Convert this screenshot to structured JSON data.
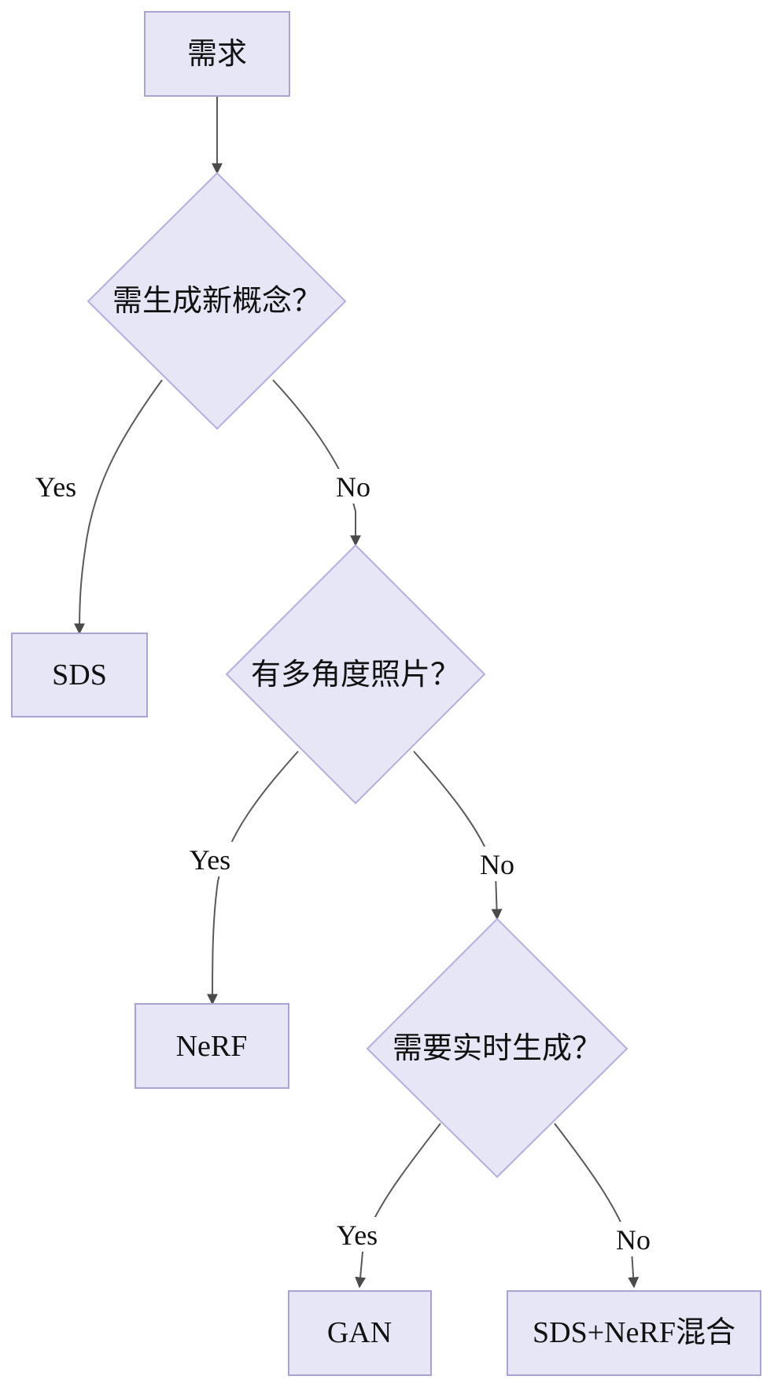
{
  "nodes": {
    "start": "需求",
    "q1": "需生成新概念？",
    "sds": "SDS",
    "q2": "有多角度照片？",
    "nerf": "NeRF",
    "q3": "需要实时生成？",
    "gan": "GAN",
    "hybrid": "SDS+NeRF混合"
  },
  "edges": {
    "q1_yes": "Yes",
    "q1_no": "No",
    "q2_yes": "Yes",
    "q2_no": "No",
    "q3_yes": "Yes",
    "q3_no": "No"
  },
  "colors": {
    "node_fill": "#e6e6f6",
    "node_stroke": "#a8a3d0",
    "edge_stroke": "#5a5a5a"
  }
}
